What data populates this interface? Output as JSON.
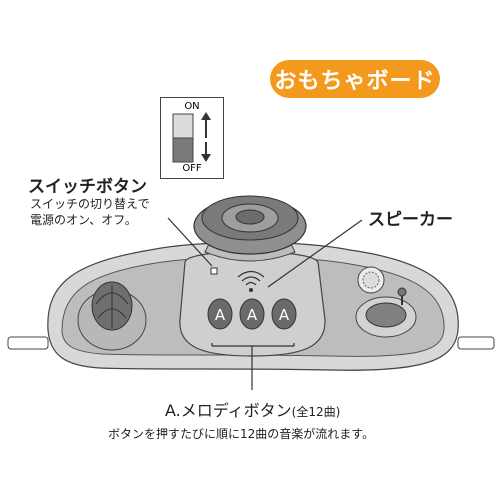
{
  "title": "おもちゃボード",
  "switch_diagram": {
    "on_label": "ON",
    "off_label": "OFF"
  },
  "labels": {
    "switch_button": {
      "title": "スイッチボタン",
      "desc_line1": "スイッチの切り替えで",
      "desc_line2": "電源のオン、オフ。"
    },
    "speaker": {
      "title": "スピーカー"
    },
    "melody_button": {
      "title": "A.メロディボタン",
      "count": "(全12曲)",
      "desc": "ボタンを押すたびに順に12曲の音楽が流れます。"
    }
  },
  "melody_keys": [
    "A",
    "A",
    "A"
  ],
  "colors": {
    "accent": "#f39a1e",
    "board_gray": "#b4b4b4",
    "panel_gray": "#cfcfcf"
  }
}
